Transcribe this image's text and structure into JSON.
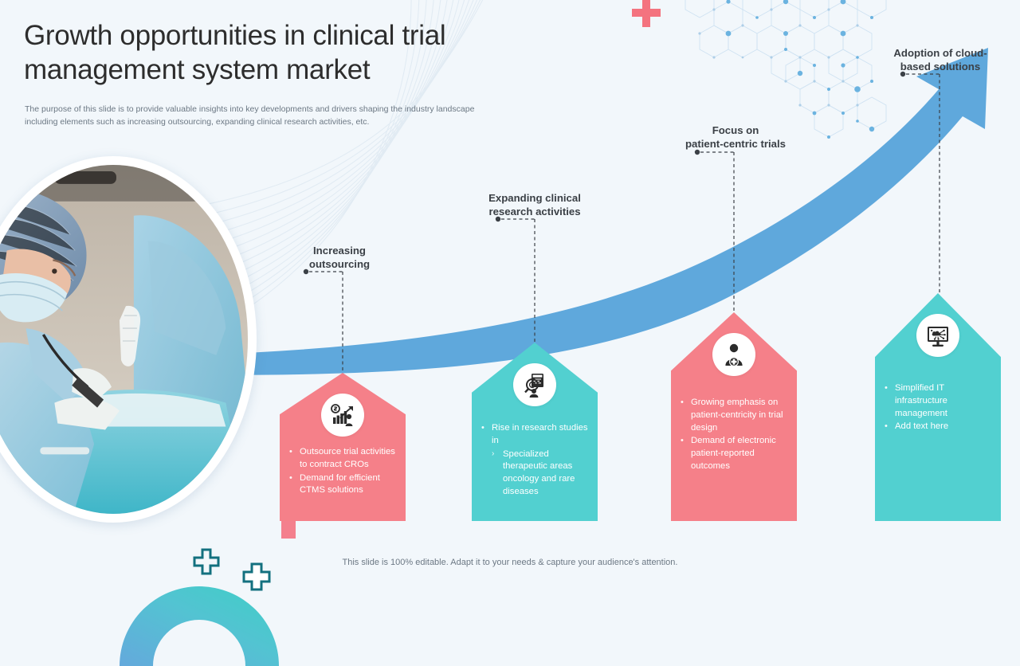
{
  "header": {
    "title": "Growth opportunities in clinical trial management system market",
    "subtitle": "The purpose of this slide is to provide valuable insights into key developments and drivers shaping the industry landscape including elements such as increasing outsourcing, expanding clinical research activities, etc."
  },
  "photo": {
    "alt": "surgeon-operating-room-photo"
  },
  "colors": {
    "background": "#f2f7fb",
    "pink": "#f58089",
    "teal": "#52d0d0",
    "arrow_blue": "#5fa8dc",
    "title_text": "#2d2d2d",
    "body_text": "#6c7884",
    "label_text": "#3b4046"
  },
  "stages": [
    {
      "id": "increasing-outsourcing",
      "label": "Increasing\noutsourcing",
      "label_line1": "Increasing",
      "label_line2": "outsourcing",
      "color": "pink",
      "icon": "growth-chart-dollar-icon",
      "bullets": [
        {
          "level": 1,
          "marker": "•",
          "text": "Outsource trial activities to contract CROs"
        },
        {
          "level": 1,
          "marker": "•",
          "text": "Demand for efficient CTMS solutions"
        }
      ]
    },
    {
      "id": "expanding-clinical-research-activities",
      "label": "Expanding clinical\nresearch activities",
      "label_line1": "Expanding clinical",
      "label_line2": "research activities",
      "color": "teal",
      "icon": "research-microscope-monitor-icon",
      "bullets": [
        {
          "level": 1,
          "marker": "•",
          "text": "Rise in research studies in"
        },
        {
          "level": 2,
          "marker": "›",
          "text": "Specialized therapeutic areas oncology and rare diseases"
        }
      ]
    },
    {
      "id": "focus-on-patient-centric-trials",
      "label": "Focus on\npatient-centric trials",
      "label_line1": "Focus on",
      "label_line2": "patient-centric trials",
      "color": "pink",
      "icon": "patient-medical-cross-icon",
      "bullets": [
        {
          "level": 1,
          "marker": "•",
          "text": "Growing emphasis on patient-centricity in trial design"
        },
        {
          "level": 1,
          "marker": "•",
          "text": "Demand of electronic patient-reported outcomes"
        }
      ]
    },
    {
      "id": "adoption-of-cloud-based-solutions",
      "label": "Adoption of cloud-\nbased solutions",
      "label_line1": "Adoption of cloud-",
      "label_line2": "based solutions",
      "color": "teal",
      "icon": "cloud-monitor-icon",
      "bullets": [
        {
          "level": 1,
          "marker": "•",
          "text": "Simplified IT infrastructure management"
        },
        {
          "level": 1,
          "marker": "•",
          "text": "Add text here"
        }
      ]
    }
  ],
  "footer": {
    "note": "This slide is 100% editable. Adapt it to your needs & capture your audience's attention."
  }
}
